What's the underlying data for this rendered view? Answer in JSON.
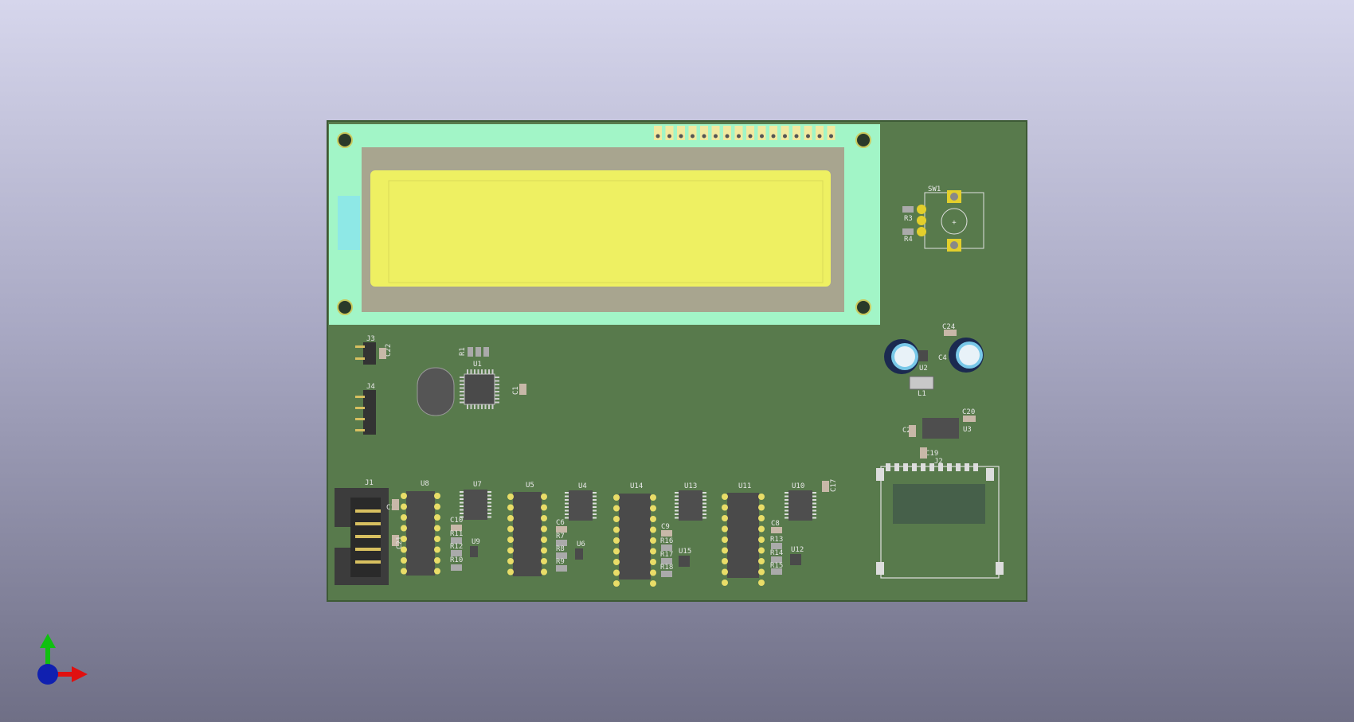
{
  "viewer": {
    "background_top": "#d6d6ec",
    "background_bottom": "#6f6f86",
    "board_color": "#587a4c",
    "lcd_pcb_color": "#a2f5c7",
    "lcd_bezel_color": "#a8a58f",
    "lcd_screen_color": "#eef062"
  },
  "labels": {
    "sw1": "SW1",
    "r3": "R3",
    "r4": "R4",
    "c24": "C24",
    "u2": "U2",
    "l1": "L1",
    "c20": "C20",
    "c23": "C23",
    "u3": "U3",
    "c19": "C19",
    "j2": "J2",
    "j3": "J3",
    "c22": "C22",
    "j4": "J4",
    "r1": "R1",
    "u1": "U1",
    "c1": "C1",
    "j1": "J1",
    "u8": "U8",
    "u7": "U7",
    "u5": "U5",
    "u4": "U4",
    "u14": "U14",
    "u13": "U13",
    "u11": "U11",
    "u10": "U10",
    "c10": "C10",
    "r11": "R11",
    "r12": "R12",
    "r10": "R10",
    "u9": "U9",
    "c6": "C6",
    "r7": "R7",
    "r8": "R8",
    "r9": "R9",
    "u6": "U6",
    "c9": "C9",
    "r16": "R16",
    "r17": "R17",
    "r18": "R18",
    "u15": "U15",
    "c8": "C8",
    "r13": "R13",
    "r14": "R14",
    "r15": "R15",
    "u12": "U12",
    "c17": "C17",
    "c14": "C14",
    "c21": "C21",
    "c4": "C4",
    "plus": "+"
  },
  "axes": {
    "x_color": "#e01010",
    "y_color": "#10c010",
    "z_color": "#1020b0"
  }
}
